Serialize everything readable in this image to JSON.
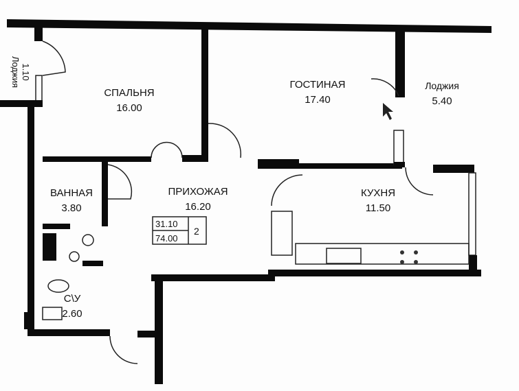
{
  "rooms": [
    {
      "id": "loggia-small",
      "name": "Лоджия",
      "area": "1.10"
    },
    {
      "id": "bedroom",
      "name": "СПАЛЬНЯ",
      "area": "16.00"
    },
    {
      "id": "living-room",
      "name": "ГОСТИНАЯ",
      "area": "17.40"
    },
    {
      "id": "loggia",
      "name": "Лоджия",
      "area": "5.40"
    },
    {
      "id": "bathroom",
      "name": "ВАННАЯ",
      "area": "3.80"
    },
    {
      "id": "hallway",
      "name": "ПРИХОЖАЯ",
      "area": "16.20"
    },
    {
      "id": "kitchen",
      "name": "КУХНЯ",
      "area": "11.50"
    },
    {
      "id": "wc",
      "name": "С\\У",
      "area": "2.60"
    }
  ],
  "summary": {
    "living_area": "31.10",
    "total_area": "74.00",
    "rooms_count": "2"
  }
}
